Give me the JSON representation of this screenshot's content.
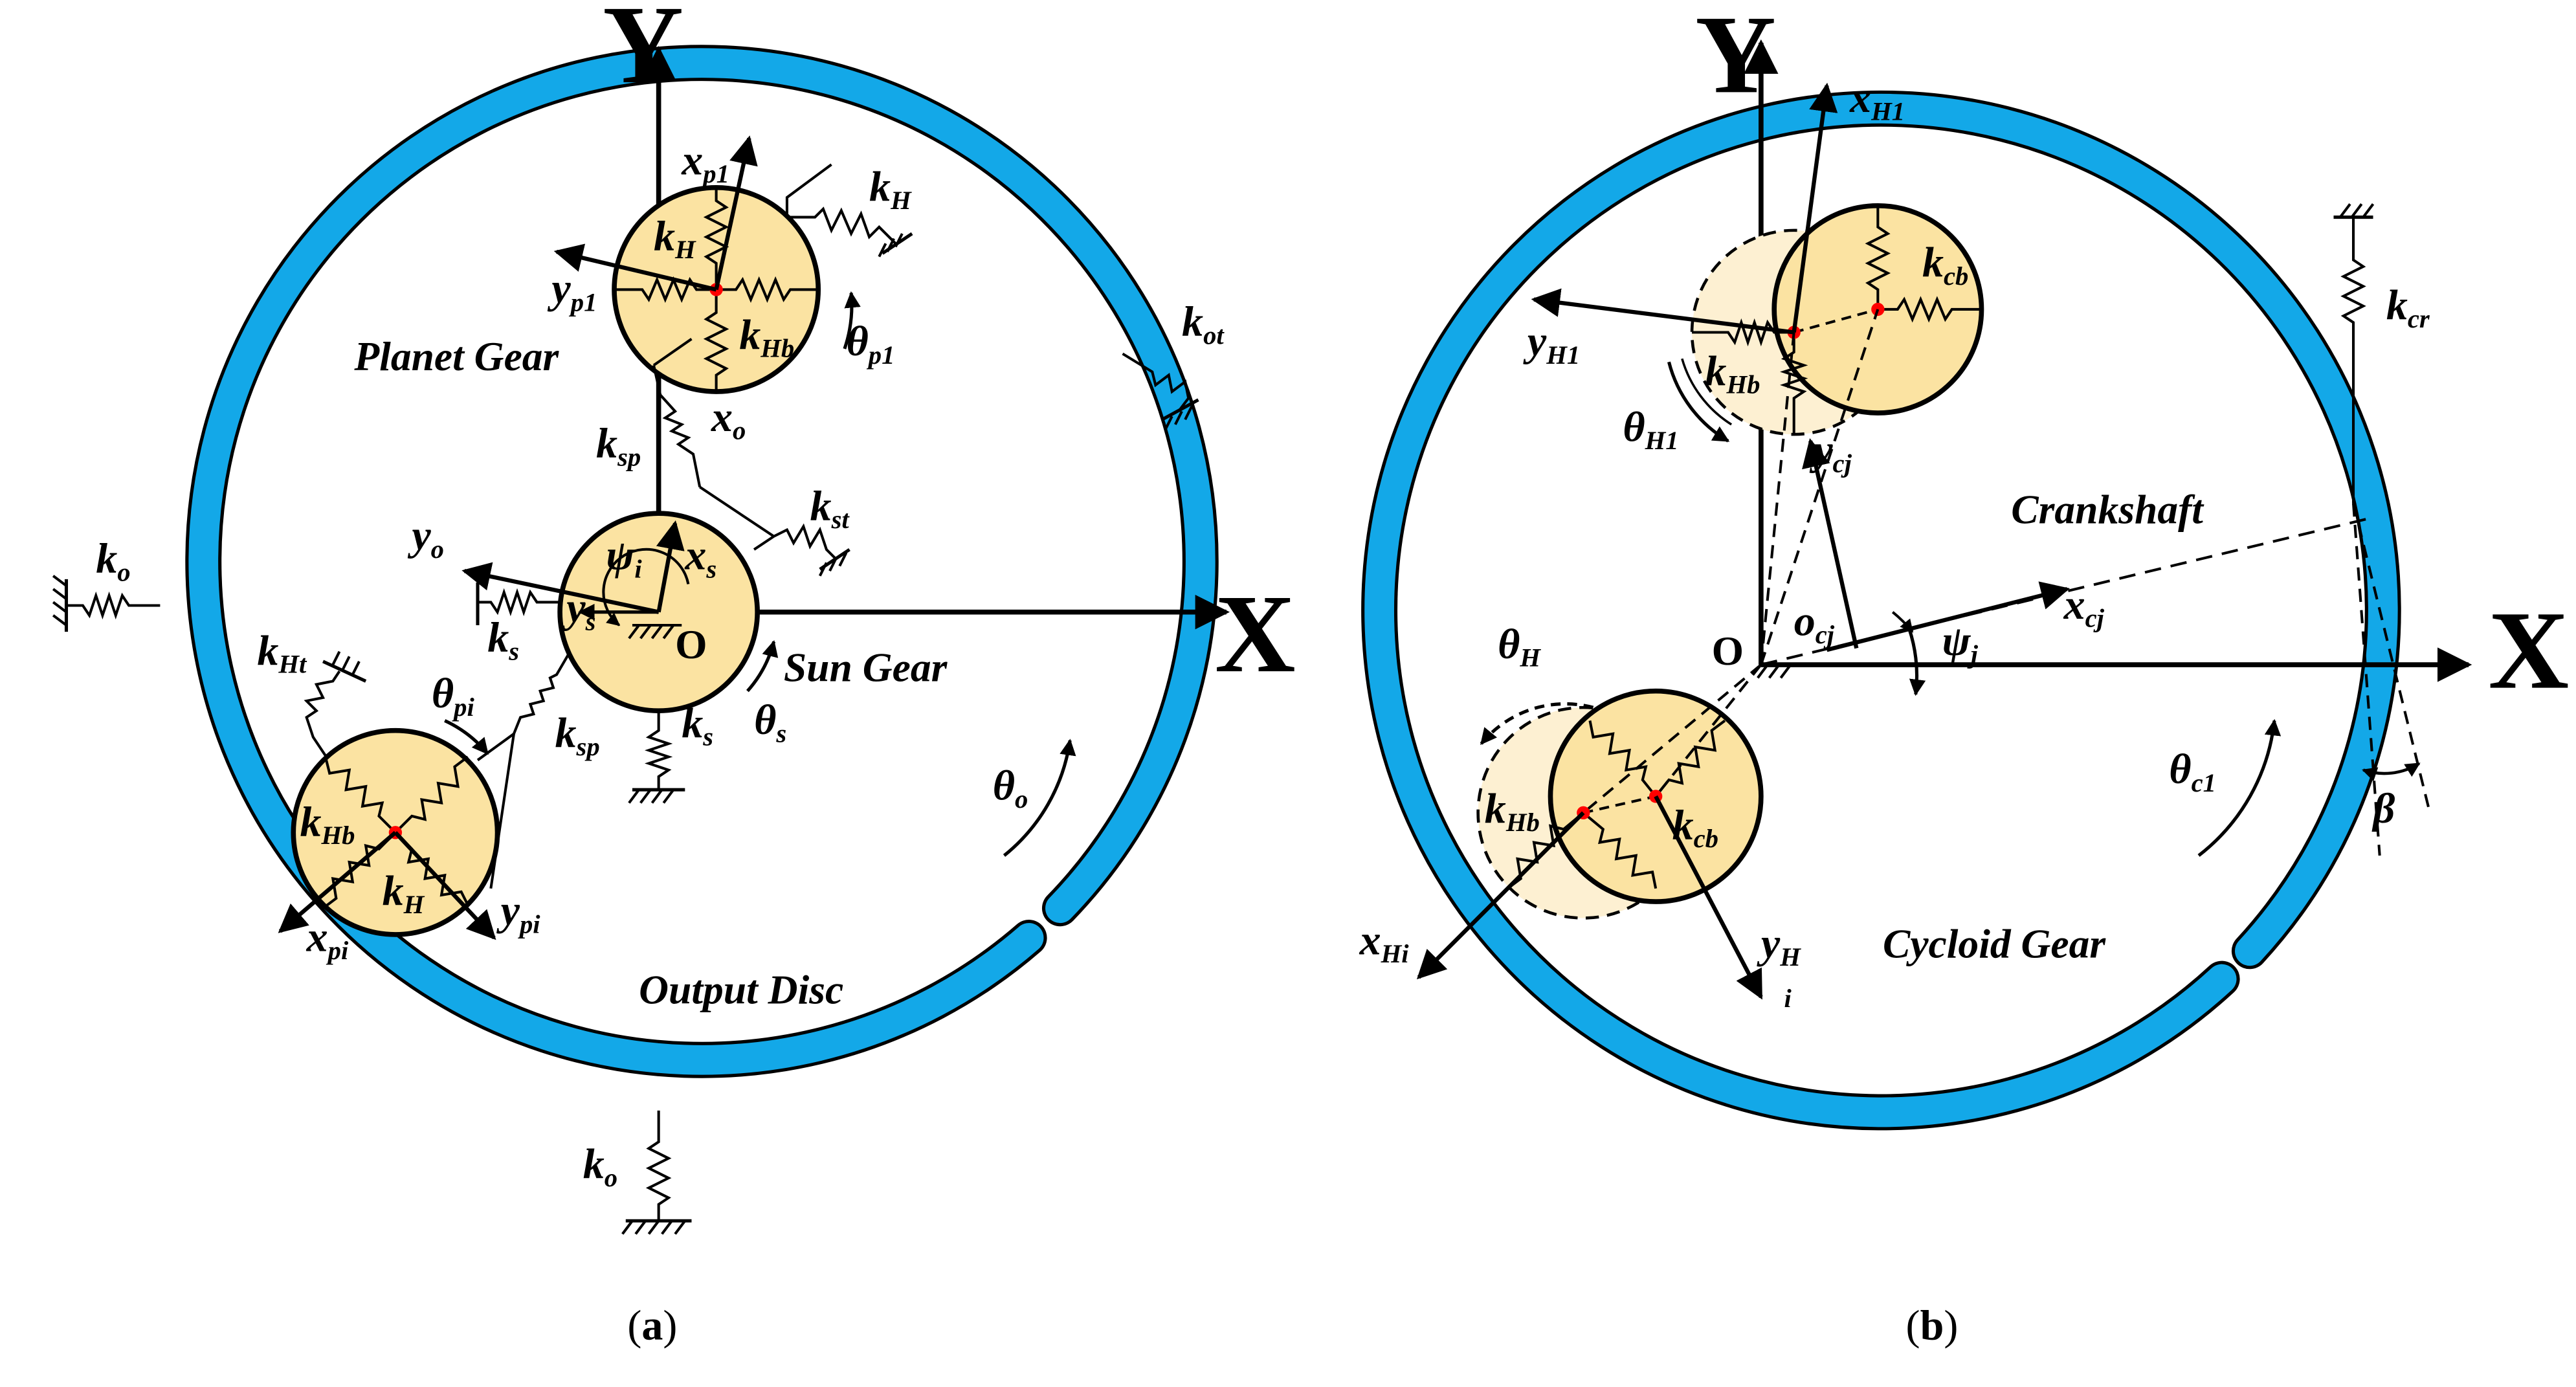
{
  "colors": {
    "ring": "#13a8e8",
    "gear_fill": "#fbe3a2",
    "gear_fill_ghost": "#fdf0d2",
    "center_dot": "#ff0000",
    "line": "#000000"
  },
  "panel_a": {
    "caption": "a",
    "axis_x": "X",
    "axis_y": "Y",
    "origin": "O",
    "planet_gear": "Planet Gear",
    "sun_gear": "Sun Gear",
    "output_disc": "Output Disc",
    "labels": {
      "kH_top": [
        "k",
        "H"
      ],
      "kH_outer": [
        "k",
        "H"
      ],
      "kHb_top": [
        "k",
        "Hb"
      ],
      "xp1": [
        "x",
        "p1"
      ],
      "yp1": [
        "y",
        "p1"
      ],
      "thetap1": [
        "θ",
        "p1"
      ],
      "kot": [
        "k",
        "ot"
      ],
      "xo": [
        "x",
        "o"
      ],
      "ksp_upper": [
        "k",
        "sp"
      ],
      "kst": [
        "k",
        "st"
      ],
      "yo": [
        "y",
        "o"
      ],
      "psii": [
        "ψ",
        "i"
      ],
      "xs": [
        "x",
        "s"
      ],
      "ys": [
        "y",
        "s"
      ],
      "ko_left": [
        "k",
        "o"
      ],
      "ks_left": [
        "k",
        "s"
      ],
      "kHt": [
        "k",
        "Ht"
      ],
      "thetapi": [
        "θ",
        "pi"
      ],
      "ksp_lower": [
        "k",
        "sp"
      ],
      "ks_bottom": [
        "k",
        "s"
      ],
      "thetas": [
        "θ",
        "s"
      ],
      "thetao": [
        "θ",
        "o"
      ],
      "kHb_low": [
        "k",
        "Hb"
      ],
      "kH_low": [
        "k",
        "H"
      ],
      "xpi": [
        "x",
        "pi"
      ],
      "ypi": [
        "y",
        "pi"
      ],
      "ko_bottom": [
        "k",
        "o"
      ]
    }
  },
  "panel_b": {
    "caption": "b",
    "axis_x": "X",
    "axis_y": "Y",
    "origin": "O",
    "crankshaft": "Crankshaft",
    "cycloid_gear": "Cycloid Gear",
    "labels": {
      "xH1": [
        "x",
        "H1"
      ],
      "kcb_top": [
        "k",
        "cb"
      ],
      "kcr": [
        "k",
        "cr"
      ],
      "yH1": [
        "y",
        "H1"
      ],
      "kHb_top": [
        "k",
        "Hb"
      ],
      "thetaH1": [
        "θ",
        "H1"
      ],
      "ycj": [
        "y",
        "cj"
      ],
      "ocj": [
        "o",
        "cj"
      ],
      "xcj": [
        "x",
        "cj"
      ],
      "psij": [
        "ψ",
        "j"
      ],
      "thetaH": [
        "θ",
        "H"
      ],
      "kHb_low": [
        "k",
        "Hb"
      ],
      "kcb_low": [
        "k",
        "cb"
      ],
      "xHi": [
        "x",
        "Hi"
      ],
      "yH": [
        "y",
        "H"
      ],
      "yH_sub": "i",
      "thetac1": [
        "θ",
        "c1"
      ],
      "beta": "β"
    }
  }
}
